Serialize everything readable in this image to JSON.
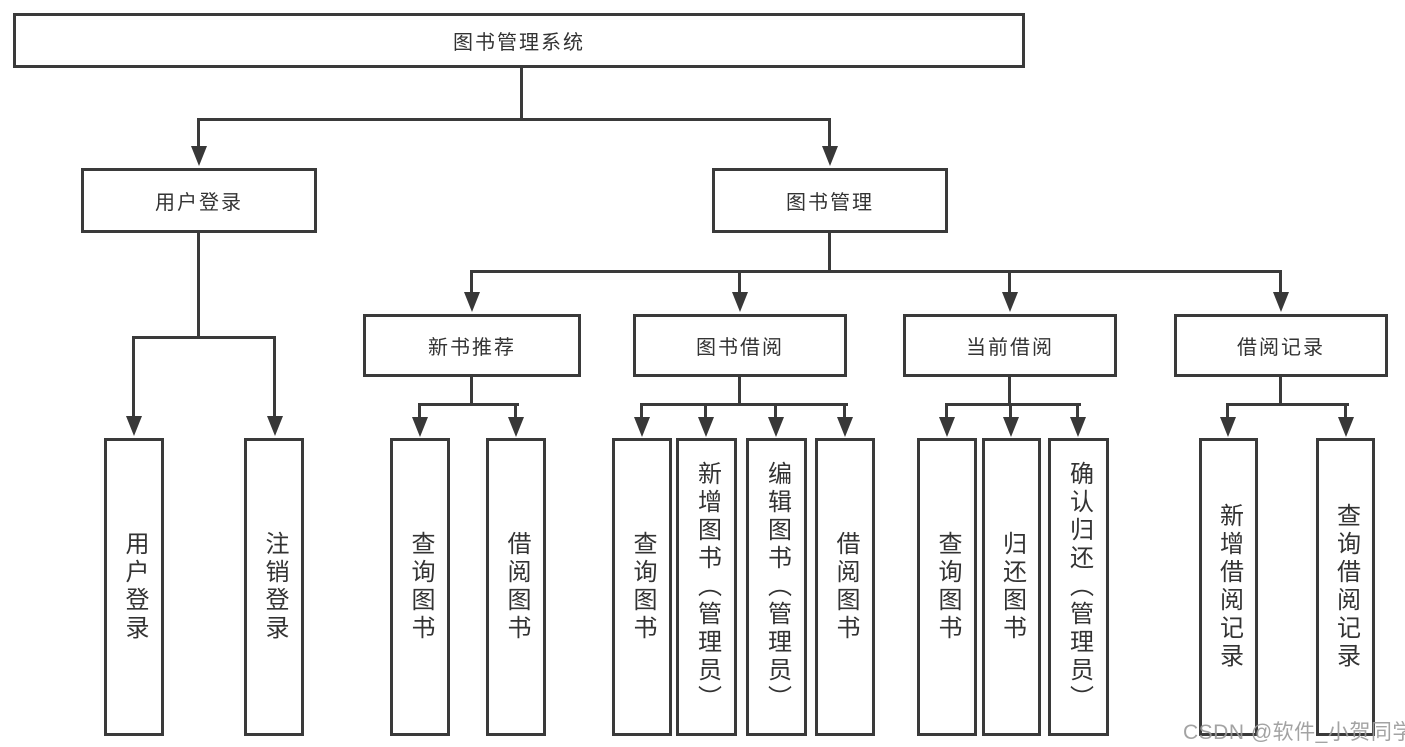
{
  "tree": {
    "root": "图书管理系统",
    "branches": [
      {
        "label": "用户登录",
        "children": [
          "用户登录",
          "注销登录"
        ]
      },
      {
        "label": "图书管理",
        "children": [
          {
            "label": "新书推荐",
            "children": [
              "查询图书",
              "借阅图书"
            ]
          },
          {
            "label": "图书借阅",
            "children": [
              "查询图书",
              "新增图书（管理员）",
              "编辑图书（管理员）",
              "借阅图书"
            ]
          },
          {
            "label": "当前借阅",
            "children": [
              "查询图书",
              "归还图书",
              "确认归还（管理员）"
            ]
          },
          {
            "label": "借阅记录",
            "children": [
              "新增借阅记录",
              "查询借阅记录"
            ]
          }
        ]
      }
    ]
  },
  "watermark": "CSDN @软件_小贺同学",
  "colors": {
    "line": "#3a3a3a",
    "box_background": "#ffffff",
    "text": "#333333",
    "watermark": "#9b9b9b"
  }
}
